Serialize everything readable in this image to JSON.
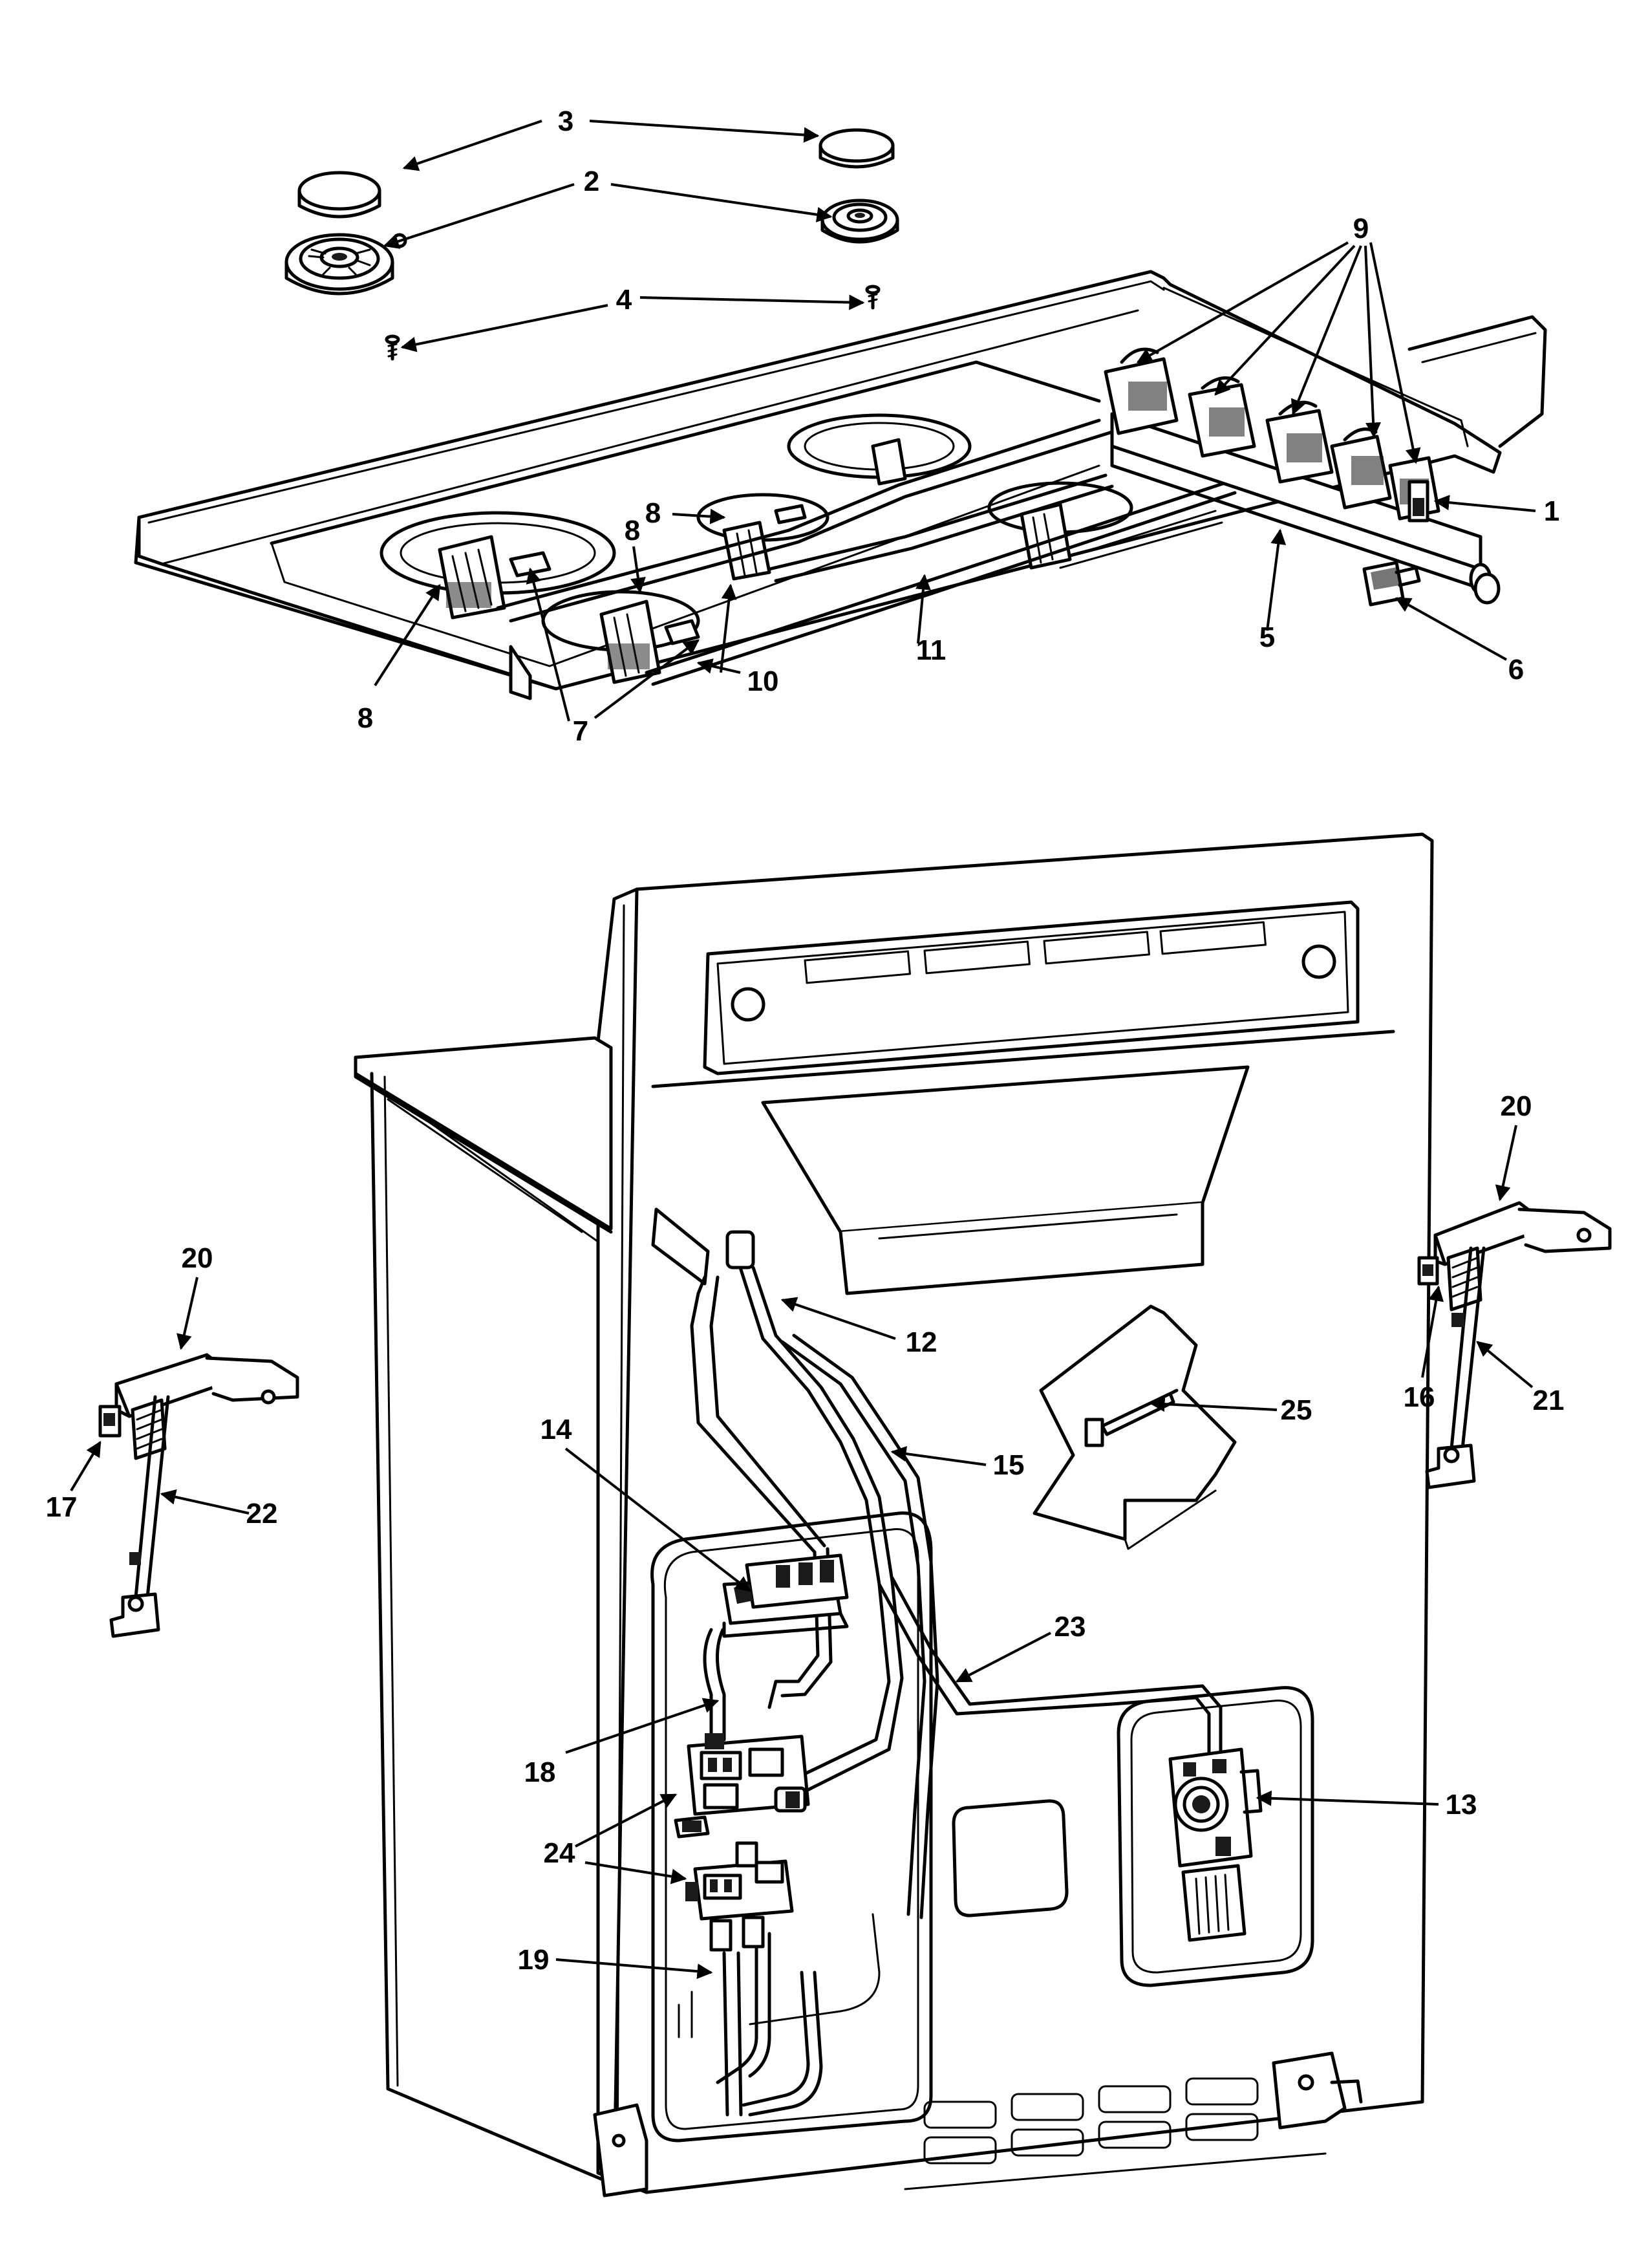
{
  "labels": [
    {
      "id": "3",
      "text": "3"
    },
    {
      "id": "2",
      "text": "2"
    },
    {
      "id": "4",
      "text": "4"
    },
    {
      "id": "9",
      "text": "9"
    },
    {
      "id": "1",
      "text": "1"
    },
    {
      "id": "8a",
      "text": "8"
    },
    {
      "id": "8b",
      "text": "8"
    },
    {
      "id": "8c",
      "text": "8"
    },
    {
      "id": "5",
      "text": "5"
    },
    {
      "id": "6",
      "text": "6"
    },
    {
      "id": "10",
      "text": "10"
    },
    {
      "id": "11",
      "text": "11"
    },
    {
      "id": "7",
      "text": "7"
    },
    {
      "id": "20a",
      "text": "20"
    },
    {
      "id": "20b",
      "text": "20"
    },
    {
      "id": "12",
      "text": "12"
    },
    {
      "id": "25",
      "text": "25"
    },
    {
      "id": "16",
      "text": "16"
    },
    {
      "id": "21",
      "text": "21"
    },
    {
      "id": "14",
      "text": "14"
    },
    {
      "id": "15",
      "text": "15"
    },
    {
      "id": "17",
      "text": "17"
    },
    {
      "id": "22",
      "text": "22"
    },
    {
      "id": "23",
      "text": "23"
    },
    {
      "id": "18",
      "text": "18"
    },
    {
      "id": "13",
      "text": "13"
    },
    {
      "id": "24",
      "text": "24"
    },
    {
      "id": "19",
      "text": "19"
    }
  ]
}
